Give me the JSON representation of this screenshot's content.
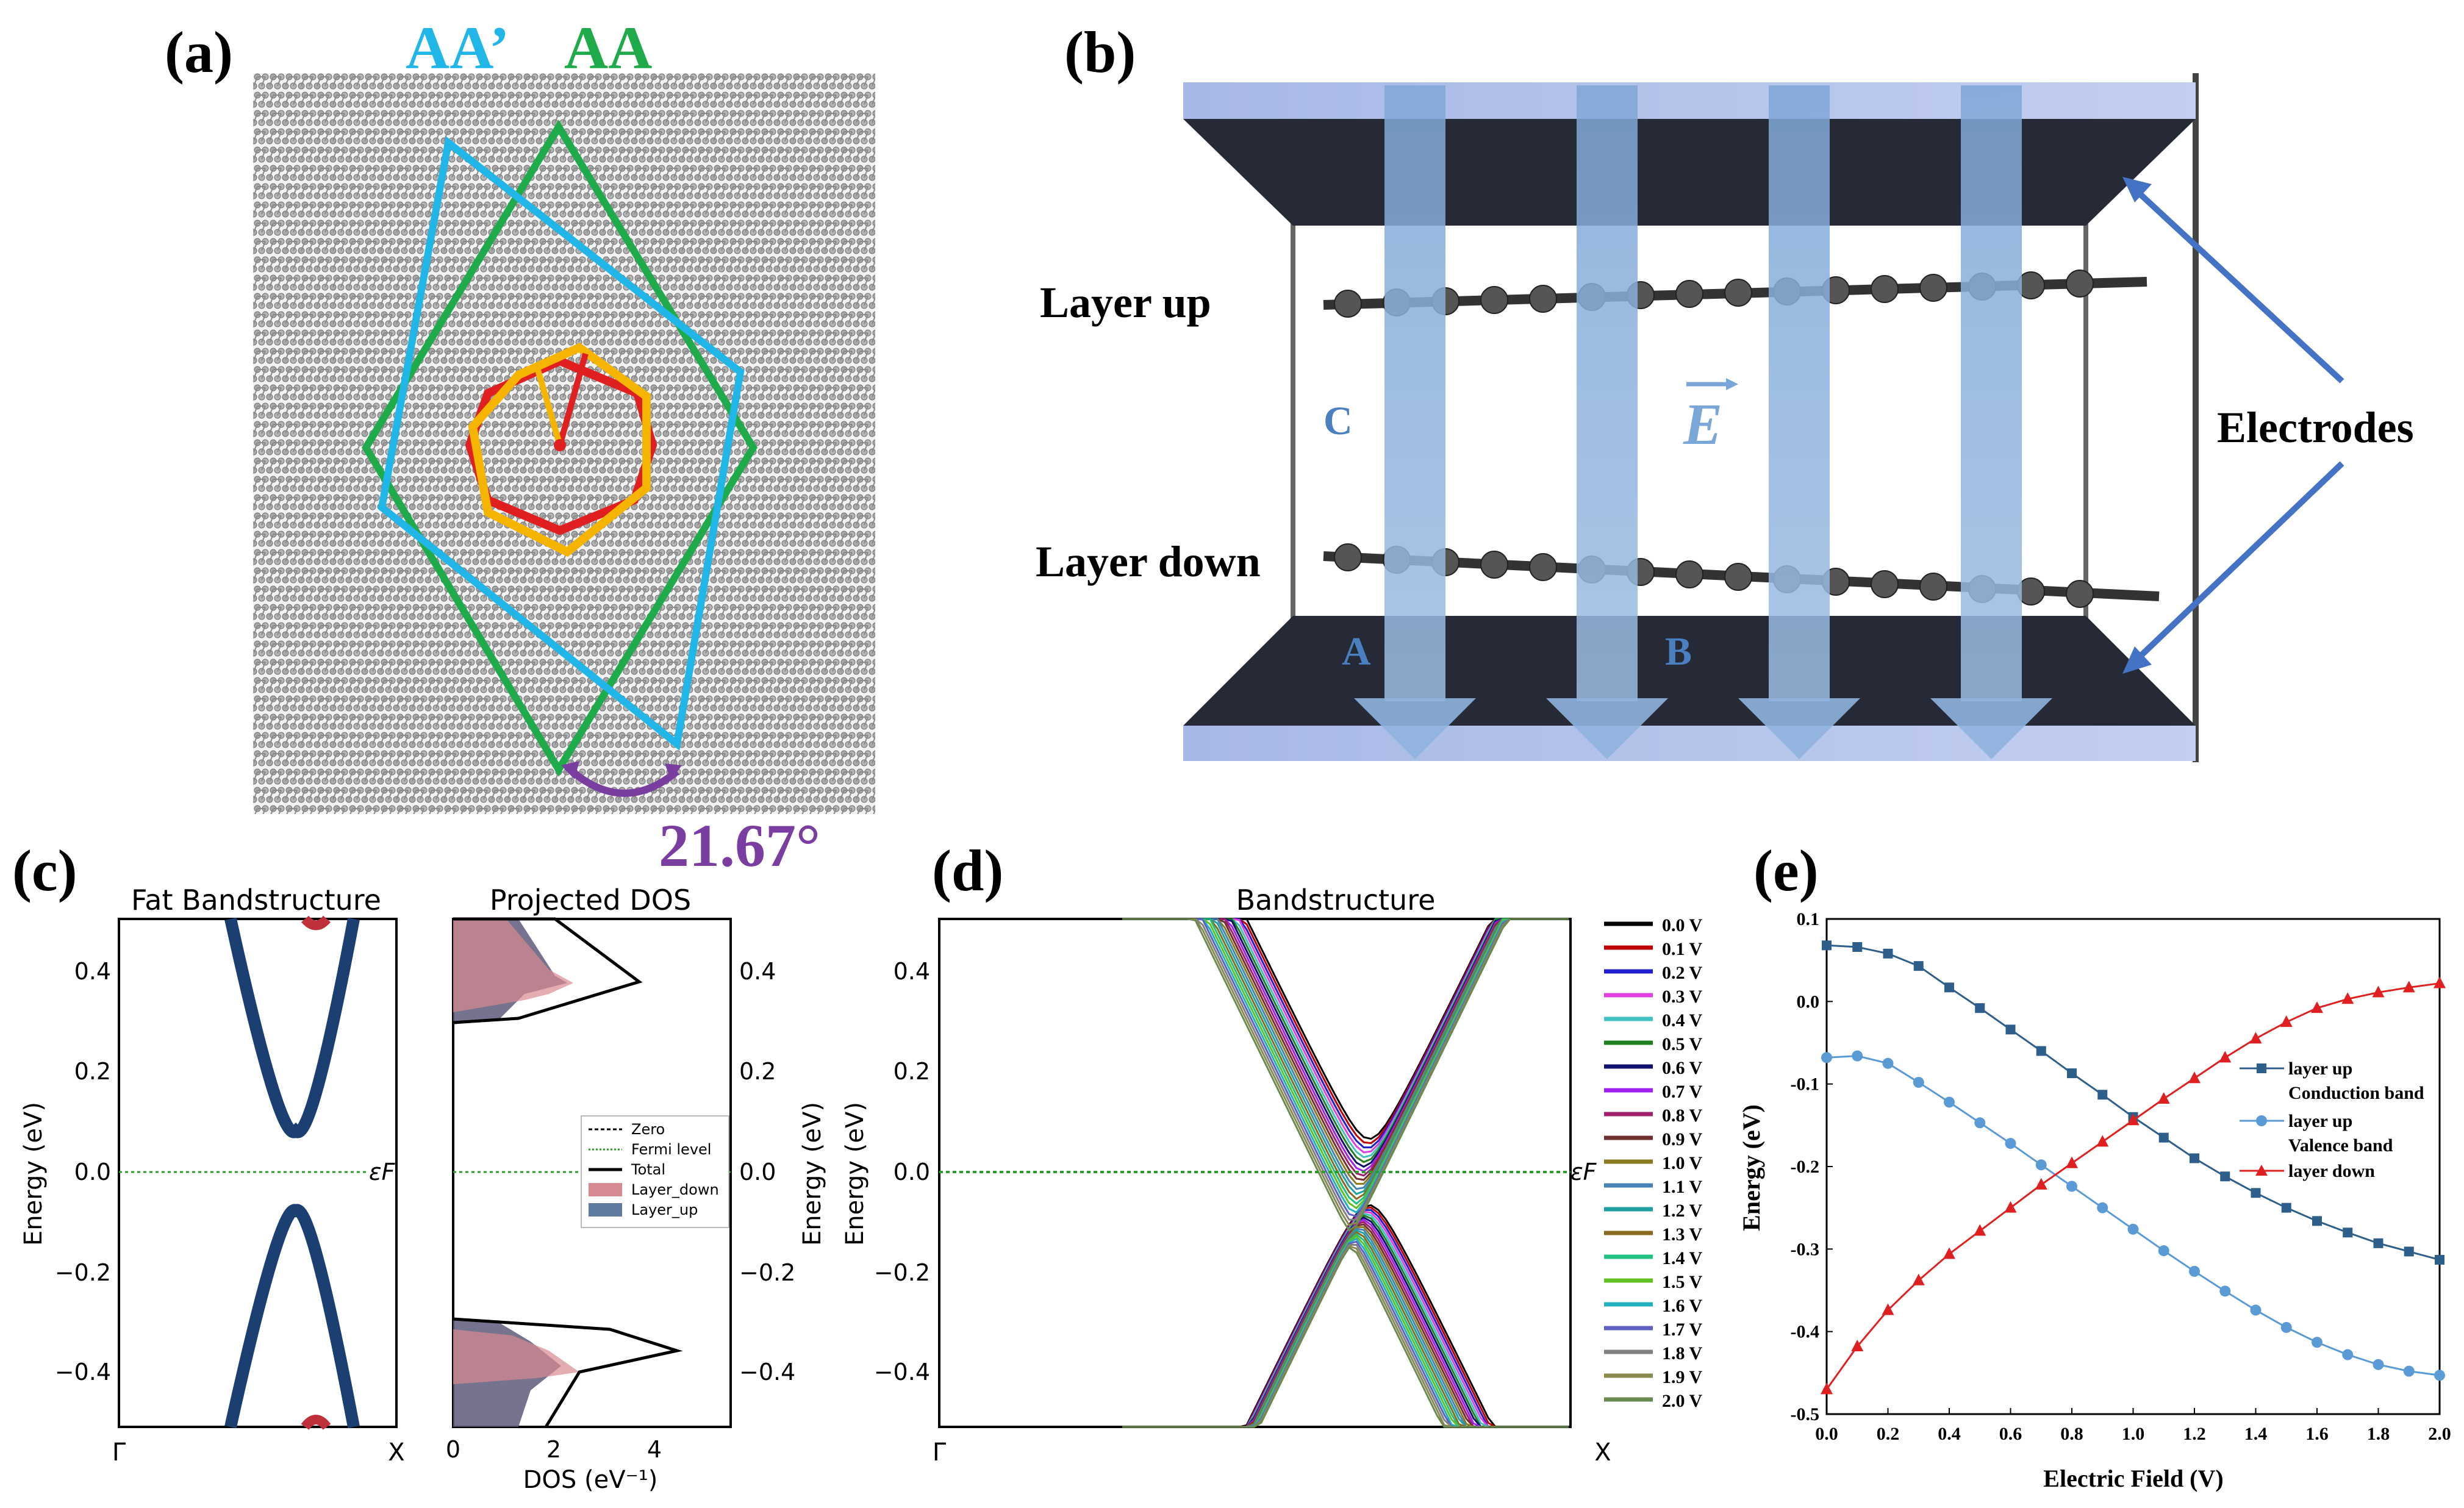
{
  "panel_labels": {
    "a": "(a)",
    "b": "(b)",
    "c": "(c)",
    "d": "(d)",
    "e": "(e)"
  },
  "panel_a": {
    "label_aa_prime": "AA’",
    "label_aa": "AA",
    "angle": "21.67°",
    "colors": {
      "aa_prime": "#21b6e8",
      "aa": "#1faa4b",
      "angle": "#7a3ea0"
    }
  },
  "panel_b": {
    "layer_up": "Layer up",
    "layer_down": "Layer down",
    "label_c": "C",
    "label_e": "E",
    "label_a": "A",
    "label_b": "B",
    "electrodes": "Electrodes"
  },
  "panel_c": {
    "fat_title": "Fat Bandstructure",
    "pdos_title": "Projected DOS",
    "ylabel": "Energy (eV)",
    "xlabel_pdos": "DOS (eV⁻¹)",
    "kpoints": [
      "Γ",
      "X"
    ],
    "ef": "εF",
    "yticks": [
      "0.4",
      "0.2",
      "0.0",
      "−0.2",
      "−0.4"
    ],
    "dos_xticks": [
      "0",
      "2",
      "4"
    ],
    "legend": [
      "Zero",
      "Fermi level",
      "Total",
      "Layer_down",
      "Layer_up"
    ]
  },
  "panel_d": {
    "title": "Bandstructure",
    "ylabel": "Energy (eV)",
    "ylabel2": "Energy (eV)",
    "kpoints": [
      "Γ",
      "X"
    ],
    "ef": "εF",
    "yticks": [
      "0.4",
      "0.2",
      "0.0",
      "−0.2",
      "−0.4"
    ],
    "legend": [
      "0.0 V",
      "0.1 V",
      "0.2 V",
      "0.3 V",
      "0.4 V",
      "0.5 V",
      "0.6 V",
      "0.7 V",
      "0.8 V",
      "0.9 V",
      "1.0 V",
      "1.1 V",
      "1.2 V",
      "1.3 V",
      "1.4 V",
      "1.5 V",
      "1.6 V",
      "1.7 V",
      "1.8 V",
      "1.9 V",
      "2.0 V"
    ],
    "colors": [
      "#000000",
      "#c00000",
      "#1f1fd0",
      "#e040e0",
      "#40c0c0",
      "#208020",
      "#101070",
      "#a020f0",
      "#a0206e",
      "#703030",
      "#8a7a20",
      "#4682b4",
      "#20a0a0",
      "#8a6a20",
      "#20c080",
      "#60c020",
      "#20b0c0",
      "#6060c0",
      "#808080",
      "#8a8a50",
      "#6a8a50"
    ]
  },
  "panel_e": {
    "xlabel": "Electric Field (V)",
    "ylabel": "Energy (eV)",
    "legend": [
      "layer up",
      "Conduction band",
      "layer up",
      "Valence band",
      "layer down"
    ]
  },
  "chart_data": [
    {
      "type": "line",
      "title": "",
      "xlabel": "Electric Field (V)",
      "ylabel": "Energy (eV)",
      "xlim": [
        0.0,
        2.0
      ],
      "ylim": [
        -0.5,
        0.1
      ],
      "xticks": [
        "0.0",
        "0.2",
        "0.4",
        "0.6",
        "0.8",
        "1.0",
        "1.2",
        "1.4",
        "1.6",
        "1.8",
        "2.0"
      ],
      "yticks": [
        "0.1",
        "0.0",
        "-0.1",
        "-0.2",
        "-0.3",
        "-0.4",
        "-0.5"
      ],
      "x": [
        0.0,
        0.1,
        0.2,
        0.3,
        0.4,
        0.5,
        0.6,
        0.7,
        0.8,
        0.9,
        1.0,
        1.1,
        1.2,
        1.3,
        1.4,
        1.5,
        1.6,
        1.7,
        1.8,
        1.9,
        2.0
      ],
      "series": [
        {
          "name": "layer up Conduction band",
          "color": "#2e5f8a",
          "marker": "square",
          "values": [
            0.068,
            0.066,
            0.058,
            0.043,
            0.017,
            -0.008,
            -0.034,
            -0.06,
            -0.087,
            -0.113,
            -0.14,
            -0.165,
            -0.19,
            -0.212,
            -0.232,
            -0.25,
            -0.266,
            -0.28,
            -0.293,
            -0.303,
            -0.313
          ]
        },
        {
          "name": "layer up Valence band",
          "color": "#5b9bd5",
          "marker": "circle",
          "values": [
            -0.068,
            -0.066,
            -0.075,
            -0.098,
            -0.122,
            -0.147,
            -0.172,
            -0.198,
            -0.224,
            -0.25,
            -0.276,
            -0.302,
            -0.327,
            -0.351,
            -0.374,
            -0.395,
            -0.413,
            -0.428,
            -0.44,
            -0.448,
            -0.453
          ]
        },
        {
          "name": "layer down",
          "color": "#e02020",
          "marker": "triangle",
          "values": [
            -0.47,
            -0.418,
            -0.374,
            -0.338,
            -0.306,
            -0.278,
            -0.25,
            -0.222,
            -0.196,
            -0.17,
            -0.144,
            -0.118,
            -0.093,
            -0.068,
            -0.045,
            -0.025,
            -0.008,
            0.003,
            0.011,
            0.017,
            0.022
          ]
        }
      ]
    }
  ]
}
